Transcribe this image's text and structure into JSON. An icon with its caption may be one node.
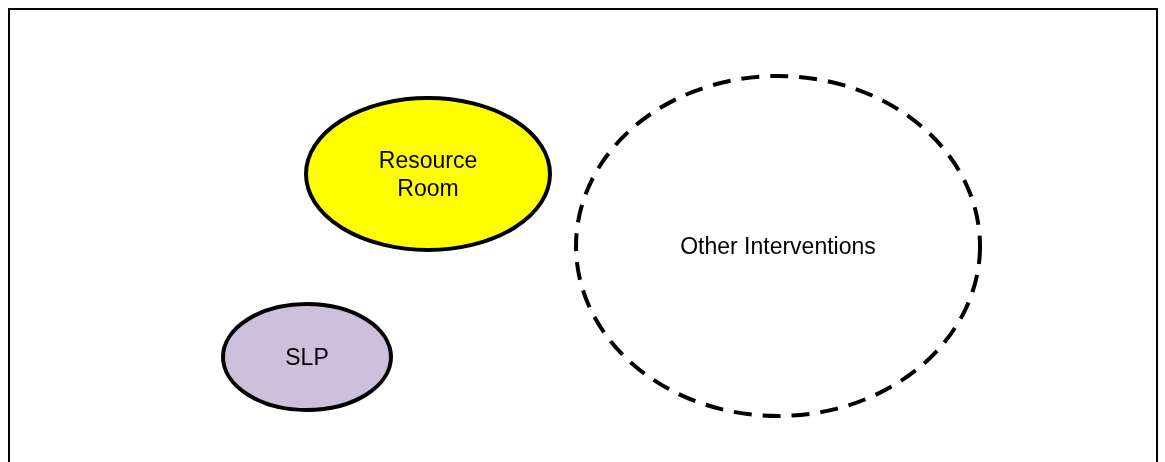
{
  "diagram": {
    "nodes": [
      {
        "text": [
          "Resource Room"
        ]
      },
      {
        "text": [
          "Other Interventions"
        ]
      },
      {
        "text": [
          "SLP"
        ]
      }
    ]
  }
}
